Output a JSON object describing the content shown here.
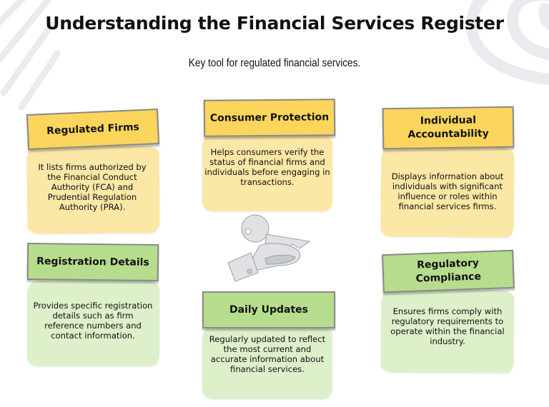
{
  "header": {
    "title": "Understanding the Financial Services Register",
    "subtitle": "Key tool for regulated financial services."
  },
  "colors": {
    "yellow_header": "#fcd55c",
    "yellow_body": "#fbe7a6",
    "green_header": "#b6dd8d",
    "green_body": "#def0ca",
    "decoration": "#e8eaed"
  },
  "cards": [
    {
      "title": "Regulated Firms",
      "description": "It lists firms authorized by the Financial Conduct Authority (FCA) and Prudential Regulation Authority (PRA)."
    },
    {
      "title": "Consumer Protection",
      "description": "Helps consumers verify the status of financial firms and individuals before engaging in transactions."
    },
    {
      "title": "Individual Accountability",
      "description": "Displays information about individuals with significant influence or roles within financial services firms."
    },
    {
      "title": "Registration Details",
      "description": "Provides specific registration details such as firm reference numbers and contact information."
    },
    {
      "title": "Daily Updates",
      "description": "Regularly updated to reflect the most current and accurate information about financial services."
    },
    {
      "title": "Regulatory Compliance",
      "description": "Ensures firms comply with regulatory requirements to operate within the financial industry."
    }
  ],
  "illustration": "hand-holding-key-icon"
}
